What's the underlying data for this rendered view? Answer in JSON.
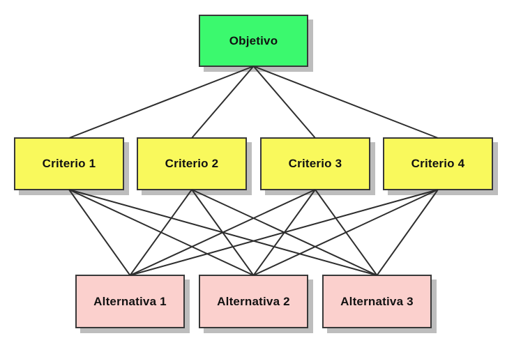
{
  "diagram": {
    "type": "hierarchy",
    "background_color": "#ffffff",
    "line_color": "#2e2e2e",
    "line_width": 2,
    "border_color": "#383838",
    "shadow_color": "#bdbdbd",
    "text_color": "#111111",
    "nodes": [
      {
        "id": "objetivo",
        "label": "Objetivo",
        "level": "goal",
        "fill": "#3bf96e"
      },
      {
        "id": "criterio1",
        "label": "Criterio 1",
        "level": "criteria",
        "fill": "#f9f95c"
      },
      {
        "id": "criterio2",
        "label": "Criterio 2",
        "level": "criteria",
        "fill": "#f9f95c"
      },
      {
        "id": "criterio3",
        "label": "Criterio 3",
        "level": "criteria",
        "fill": "#f9f95c"
      },
      {
        "id": "criterio4",
        "label": "Criterio 4",
        "level": "criteria",
        "fill": "#fbd0cd"
      },
      {
        "id": "alternativa1",
        "label": "Alternativa 1",
        "level": "alternatives",
        "fill": "#fbd0cd"
      },
      {
        "id": "alternativa2",
        "label": "Alternativa 2",
        "level": "alternatives",
        "fill": "#fbd0cd"
      },
      {
        "id": "alternativa3",
        "label": "Alternativa 3",
        "level": "alternatives",
        "fill": "#fbd0cd"
      }
    ],
    "edges": [
      [
        "objetivo",
        "criterio1"
      ],
      [
        "objetivo",
        "criterio2"
      ],
      [
        "objetivo",
        "criterio3"
      ],
      [
        "objetivo",
        "criterio4"
      ],
      [
        "criterio1",
        "alternativa1"
      ],
      [
        "criterio1",
        "alternativa2"
      ],
      [
        "criterio1",
        "alternativa3"
      ],
      [
        "criterio2",
        "alternativa1"
      ],
      [
        "criterio2",
        "alternativa2"
      ],
      [
        "criterio2",
        "alternativa3"
      ],
      [
        "criterio3",
        "alternativa1"
      ],
      [
        "criterio3",
        "alternativa2"
      ],
      [
        "criterio3",
        "alternativa3"
      ],
      [
        "criterio4",
        "alternativa1"
      ],
      [
        "criterio4",
        "alternativa2"
      ],
      [
        "criterio4",
        "alternativa3"
      ]
    ]
  }
}
